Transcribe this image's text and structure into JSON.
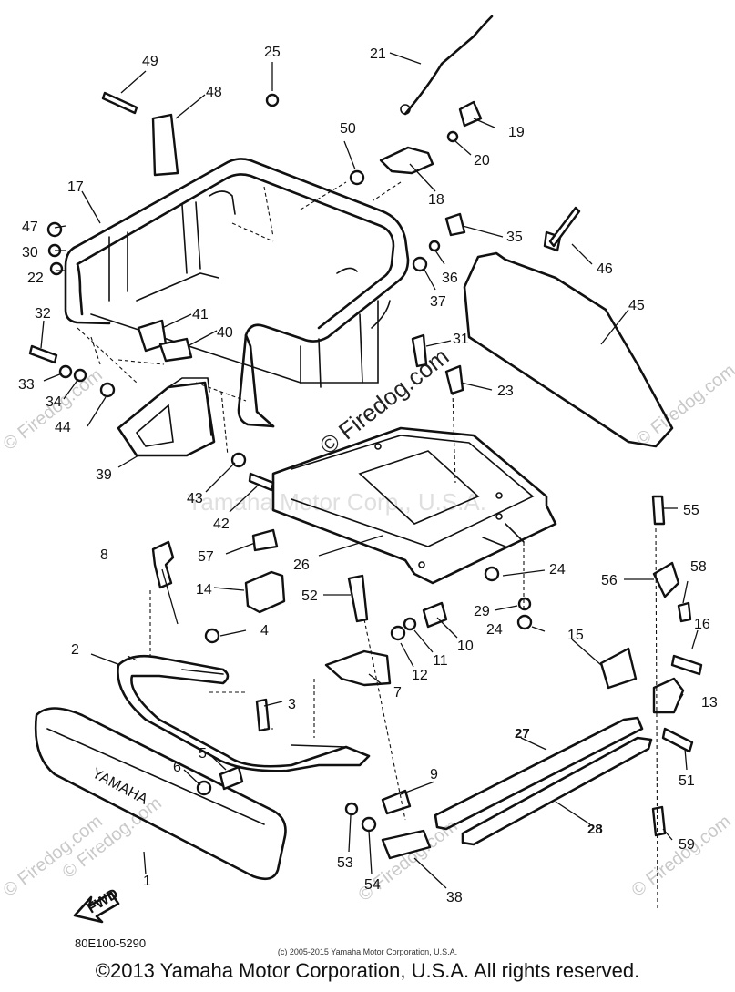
{
  "diagram": {
    "part_numbers": [
      "1",
      "2",
      "3",
      "4",
      "5",
      "6",
      "7",
      "8",
      "9",
      "10",
      "11",
      "12",
      "13",
      "14",
      "15",
      "16",
      "17",
      "18",
      "19",
      "20",
      "21",
      "22",
      "23",
      "24",
      "24",
      "25",
      "26",
      "27",
      "28",
      "29",
      "30",
      "31",
      "32",
      "33",
      "34",
      "35",
      "36",
      "37",
      "38",
      "39",
      "40",
      "41",
      "42",
      "43",
      "44",
      "45",
      "46",
      "47",
      "48",
      "49",
      "50",
      "51",
      "52",
      "53",
      "54",
      "55",
      "56",
      "57",
      "58",
      "59"
    ],
    "emboss_text": "YAMAHA",
    "fwd_text": "FWD"
  },
  "watermarks": {
    "center": "© Firedog.com",
    "side": "© Firedog.com",
    "faint": "Yamaha Motor Corp., U.S.A."
  },
  "footer": {
    "diagram_code": "80E100-5290",
    "small_copyright": "(c) 2005-2015 Yamaha Motor Corporation, U.S.A.",
    "main_copyright": "©2013 Yamaha Motor Corporation, U.S.A. All rights reserved."
  }
}
